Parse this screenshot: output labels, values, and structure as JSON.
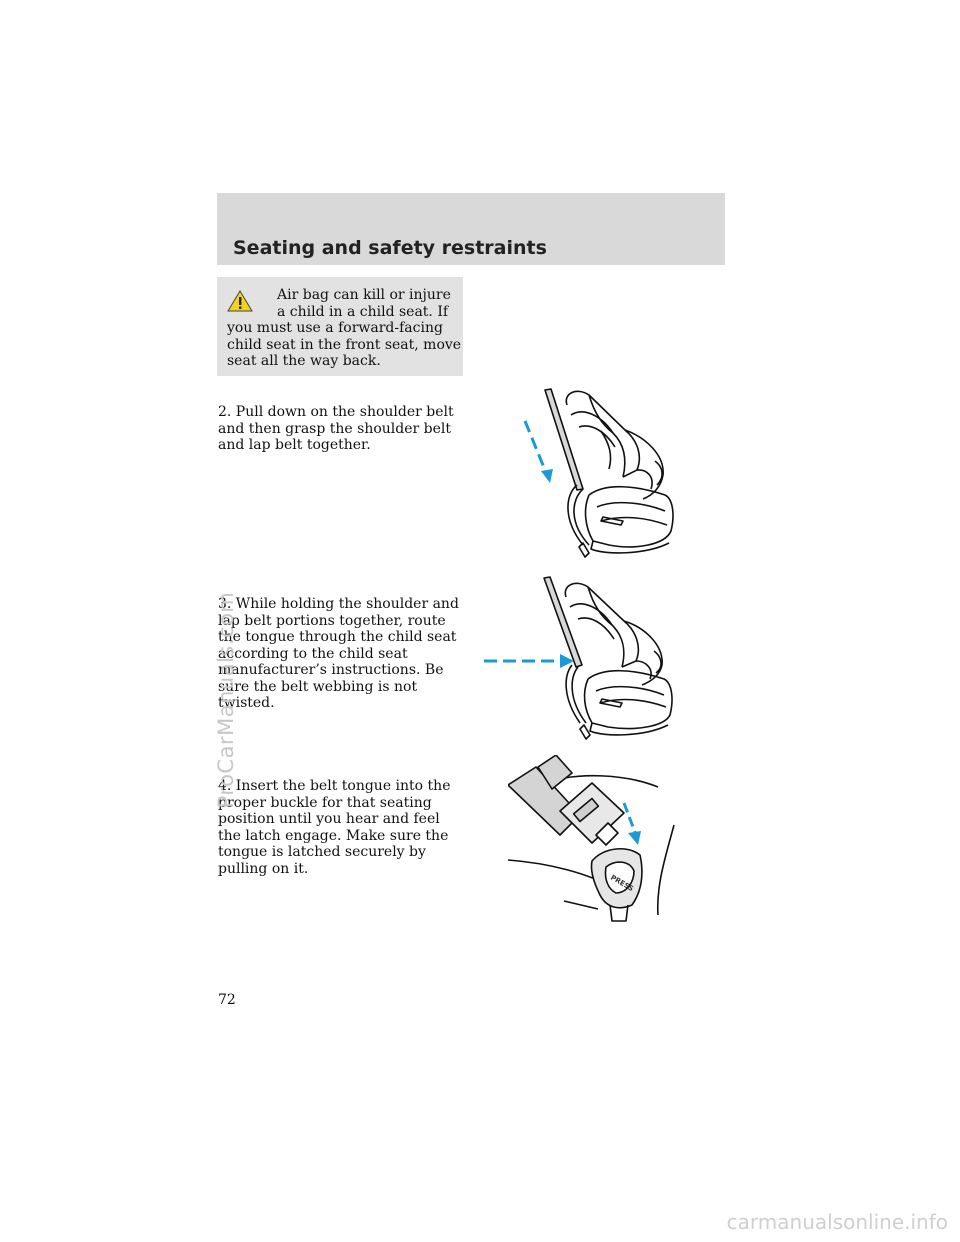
{
  "header": {
    "title": "Seating and safety restraints"
  },
  "warning": {
    "icon": "warning-triangle-icon",
    "text": "Air bag can kill or injure a child in a child seat. If you must use a forward-facing child seat in the front seat, move seat all the way back."
  },
  "steps": [
    {
      "text": "2. Pull down on the shoulder belt and then grasp the shoulder belt and lap belt together."
    },
    {
      "text": "3. While holding the shoulder and lap belt portions together, route the tongue through the child seat according to the child seat manufacturer’s instructions. Be sure the belt webbing is not twisted."
    },
    {
      "text": "4. Insert the belt tongue into the proper buckle for that seating position until you hear and feel the latch engage. Make sure the tongue is latched securely by pulling on it."
    }
  ],
  "illustrations": {
    "buckle_label": "PRESS",
    "arrow_color": "#1a9ad6"
  },
  "page_number": "72",
  "watermarks": {
    "side": "ProCarManuals.com",
    "footer": "carmanualsonline.info"
  }
}
